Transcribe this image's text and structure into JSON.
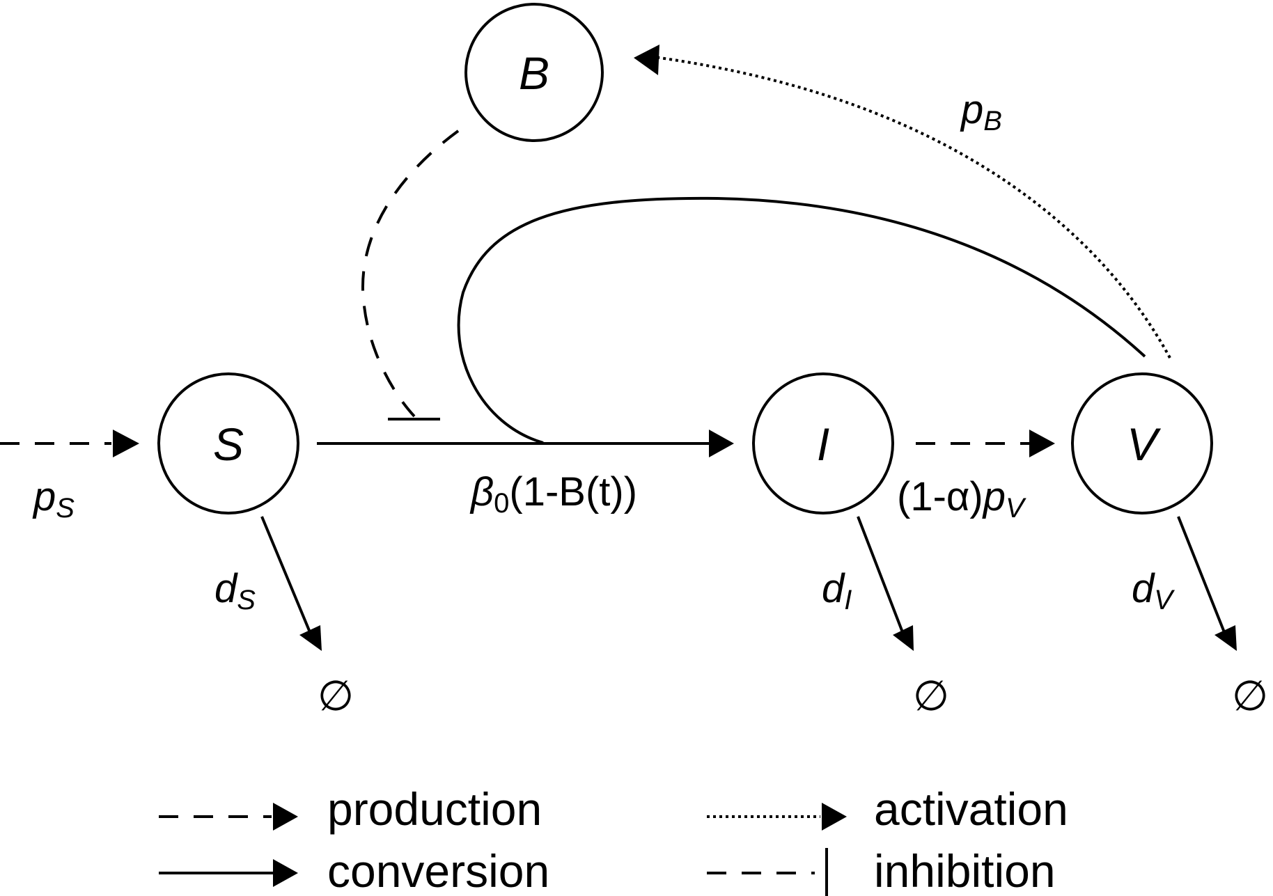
{
  "nodes": {
    "B": "B",
    "S": "S",
    "I": "I",
    "V": "V"
  },
  "rates": {
    "pS": {
      "main": "p",
      "sub": "S"
    },
    "pB": {
      "main": "p",
      "sub": "B"
    },
    "beta": {
      "main": "β",
      "sub": "0",
      "rest": "(1-B(t))"
    },
    "pV": {
      "highlight": "(1-α)",
      "main": "p",
      "sub": "V"
    },
    "dS": {
      "main": "d",
      "sub": "S"
    },
    "dI": {
      "main": "d",
      "sub": "I"
    },
    "dV": {
      "main": "d",
      "sub": "V"
    }
  },
  "empty_set": "∅",
  "colors": {
    "highlight": "#f05a5a",
    "stroke": "#000000"
  },
  "legend": {
    "production": "production",
    "conversion": "conversion",
    "activation": "activation",
    "inhibition": "inhibition"
  }
}
